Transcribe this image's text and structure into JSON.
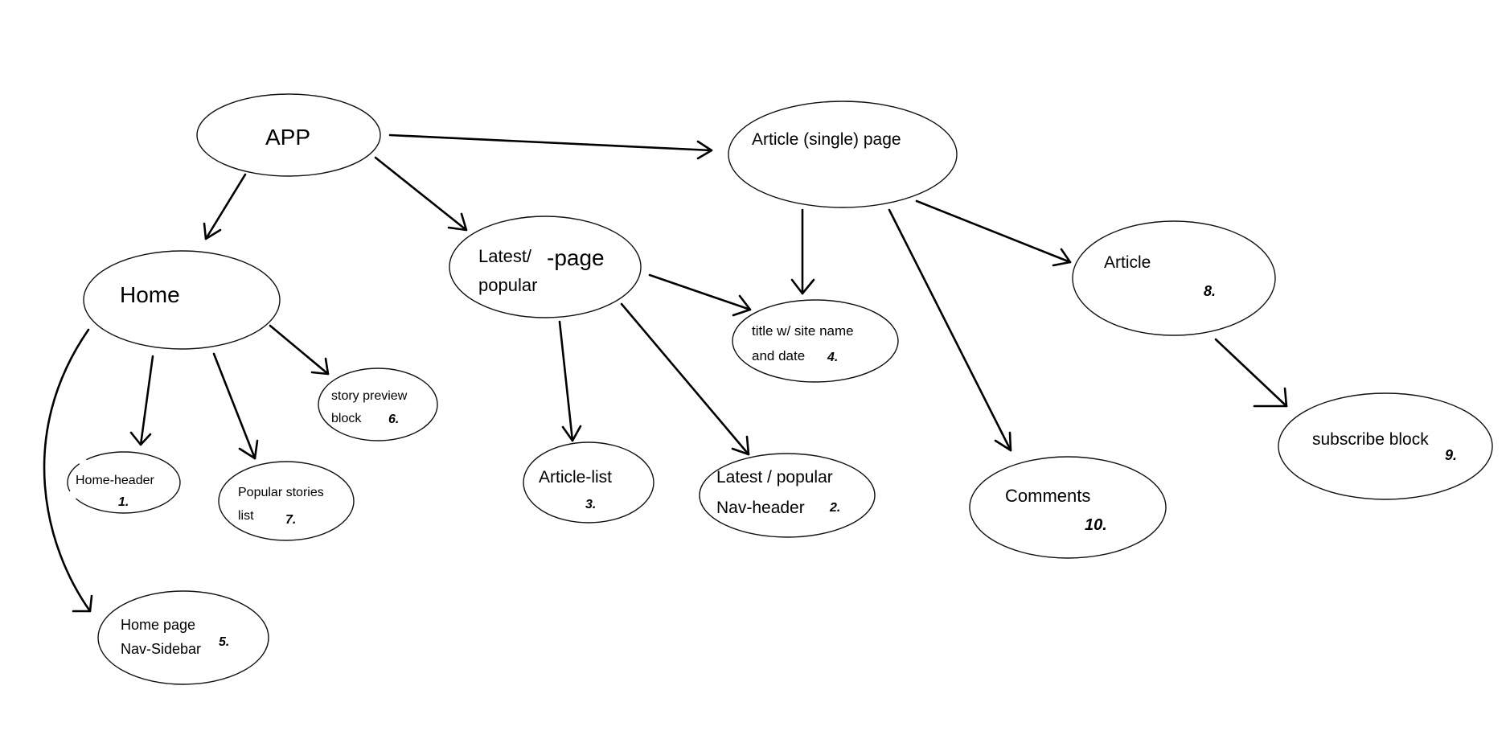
{
  "colors": {
    "stroke": "#111111",
    "arrow": "#000000",
    "number": "#ff00ff"
  },
  "nodes": {
    "app": {
      "label": "APP"
    },
    "home": {
      "label": "Home"
    },
    "latest_page": {
      "line1": "Latest/",
      "line2": "popular",
      "suffix": "-page"
    },
    "article_page": {
      "label": "Article (single) page"
    },
    "home_header": {
      "label": "Home-header",
      "number": "1."
    },
    "popular_stories": {
      "line1": "Popular stories",
      "line2": "list",
      "number": "7."
    },
    "story_preview": {
      "line1": "story preview",
      "line2": "block",
      "number": "6."
    },
    "home_nav_sidebar": {
      "line1": "Home page",
      "line2": "Nav-Sidebar",
      "number": "5."
    },
    "article_list": {
      "label": "Article-list",
      "number": "3."
    },
    "latest_nav_header": {
      "line1": "Latest / popular",
      "line2": "Nav-header",
      "number": "2."
    },
    "title_site_date": {
      "line1": "title w/ site name",
      "line2": "and date",
      "number": "4."
    },
    "comments": {
      "label": "Comments",
      "number": "10."
    },
    "article": {
      "label": "Article",
      "number": "8."
    },
    "subscribe": {
      "label": "subscribe block",
      "number": "9."
    }
  }
}
